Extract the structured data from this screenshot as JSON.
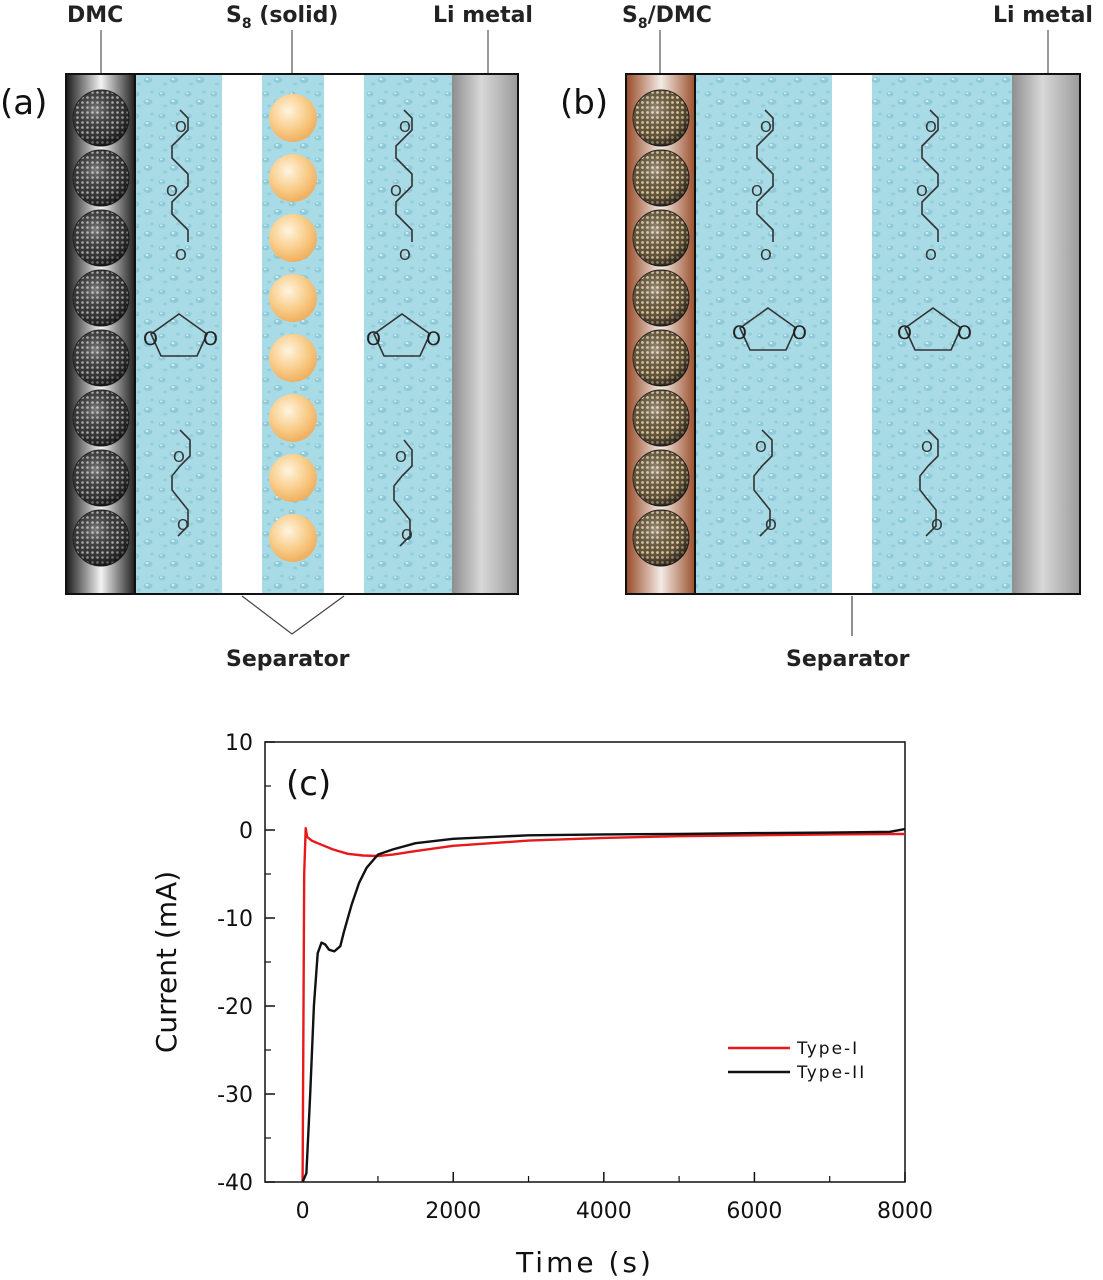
{
  "panel_a": {
    "label": "(a)",
    "top_labels": {
      "dmc": "DMC",
      "s8_prefix": "S",
      "s8_sub": "8",
      "s8_suffix": " (solid)",
      "li": "Li metal"
    },
    "separator_label": "Separator"
  },
  "panel_b": {
    "label": "(b)",
    "top_labels": {
      "s8_prefix": "S",
      "s8_sub": "8",
      "s8_suffix": "/DMC",
      "li": "Li metal"
    },
    "separator_label": "Separator"
  },
  "molecule_atom": "O",
  "colors": {
    "electrolyte": "#a9dbe6",
    "sulfur": "#f7c984",
    "dmc_dark": "#2e2e2e",
    "s8dmc_brown": "#a25b37",
    "li_metal": "#b8b8b8",
    "type1": "#e8191b",
    "type2": "#111111"
  },
  "chart_data": {
    "type": "line",
    "panel_label": "(c)",
    "xlabel": "Time (s)",
    "ylabel": "Current (mA)",
    "xlim": [
      -500,
      8000
    ],
    "ylim": [
      -40,
      10
    ],
    "xticks": [
      0,
      2000,
      4000,
      6000,
      8000
    ],
    "yticks": [
      10,
      0,
      -10,
      -20,
      -30,
      -40
    ],
    "legend_position": "center-right",
    "series": [
      {
        "name": "Type-I",
        "color": "#e8191b",
        "points": [
          [
            0,
            -40
          ],
          [
            20,
            -5
          ],
          [
            40,
            0.2
          ],
          [
            60,
            -0.8
          ],
          [
            120,
            -1.2
          ],
          [
            200,
            -1.5
          ],
          [
            400,
            -2.2
          ],
          [
            600,
            -2.7
          ],
          [
            800,
            -2.9
          ],
          [
            1000,
            -2.95
          ],
          [
            1200,
            -2.8
          ],
          [
            1500,
            -2.4
          ],
          [
            2000,
            -1.8
          ],
          [
            3000,
            -1.2
          ],
          [
            4000,
            -0.9
          ],
          [
            5000,
            -0.7
          ],
          [
            6000,
            -0.6
          ],
          [
            7000,
            -0.5
          ],
          [
            8000,
            -0.45
          ]
        ]
      },
      {
        "name": "Type-II",
        "color": "#111111",
        "points": [
          [
            0,
            -40
          ],
          [
            50,
            -39
          ],
          [
            100,
            -30
          ],
          [
            150,
            -20
          ],
          [
            200,
            -14
          ],
          [
            250,
            -12.8
          ],
          [
            300,
            -13
          ],
          [
            350,
            -13.6
          ],
          [
            420,
            -13.8
          ],
          [
            500,
            -13.2
          ],
          [
            550,
            -11.5
          ],
          [
            650,
            -8.5
          ],
          [
            750,
            -6
          ],
          [
            850,
            -4.3
          ],
          [
            1000,
            -2.8
          ],
          [
            1200,
            -2.2
          ],
          [
            1500,
            -1.5
          ],
          [
            2000,
            -1.0
          ],
          [
            3000,
            -0.6
          ],
          [
            4000,
            -0.5
          ],
          [
            5000,
            -0.45
          ],
          [
            6000,
            -0.35
          ],
          [
            7000,
            -0.3
          ],
          [
            7800,
            -0.2
          ],
          [
            8000,
            0.1
          ]
        ]
      }
    ]
  }
}
